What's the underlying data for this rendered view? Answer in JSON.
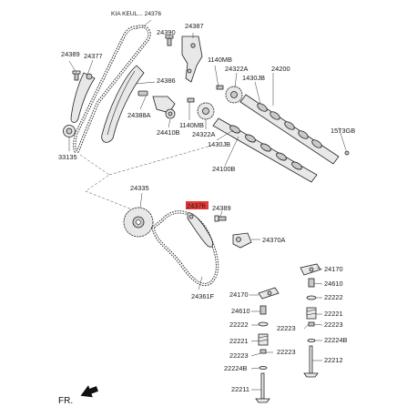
{
  "header": {
    "breadcrumb": "KIA KEUL... 24376",
    "breadcrumb_part": "24376"
  },
  "direction_label": "FR.",
  "highlight": {
    "part_no": "24376",
    "color": "#e53935"
  },
  "labels": {
    "p24387": "24387",
    "p24390": "24390",
    "p24389_top": "24389",
    "p24377": "24377",
    "p24386": "24386",
    "p1140MB_top": "1140MB",
    "p24322A_top": "24322A",
    "p1430JB_top": "1430JB",
    "p24200": "24200",
    "p24388A": "24388A",
    "p24410B": "24410B",
    "p1140MB_mid": "1140MB",
    "p24322A_mid": "24322A",
    "p1430JB_mid": "1430JB",
    "p1573GB": "1573GB",
    "p33135": "33135",
    "p24100B": "24100B",
    "p24335": "24335",
    "p24389_mid": "24389",
    "p24370A": "24370A",
    "p24361F": "24361F",
    "v24170_r": "24170",
    "v24610_r": "24610",
    "v22222_r": "22222",
    "v22221_r": "22221",
    "v22223_r1": "22223",
    "v22223_c": "22223",
    "v22224B_r": "22224B",
    "v22212": "22212",
    "v24170_l": "24170",
    "v24610_l": "24610",
    "v22222_l": "22222",
    "v22221_l": "22221",
    "v22223_l": "22223",
    "v22223_l2": "22223",
    "v22224B_l": "22224B",
    "v22211": "22211"
  }
}
